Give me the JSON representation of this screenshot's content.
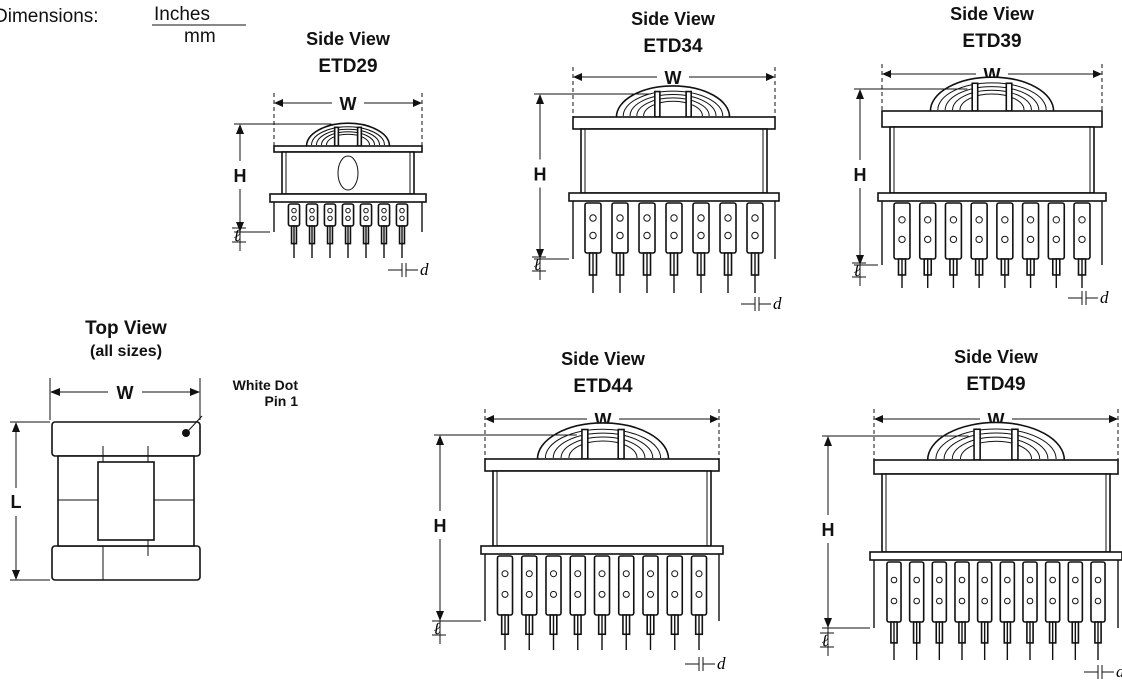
{
  "header": {
    "dimensions_label": "Dimensions:",
    "unit_top": "Inches",
    "unit_bottom": "mm"
  },
  "views": [
    {
      "kind": "Side View",
      "name": "ETD29",
      "w": "W",
      "h": "H",
      "l": "ℓ",
      "d": "d",
      "pins": 7
    },
    {
      "kind": "Side View",
      "name": "ETD34",
      "w": "W",
      "h": "H",
      "l": "ℓ",
      "d": "d",
      "pins": 7
    },
    {
      "kind": "Side View",
      "name": "ETD39",
      "w": "W",
      "h": "H",
      "l": "ℓ",
      "d": "d",
      "pins": 8
    },
    {
      "kind": "Side View",
      "name": "ETD44",
      "w": "W",
      "h": "H",
      "l": "ℓ",
      "d": "d",
      "pins": 9
    },
    {
      "kind": "Side View",
      "name": "ETD49",
      "w": "W",
      "h": "H",
      "l": "ℓ",
      "d": "d",
      "pins": 10
    }
  ],
  "top_view": {
    "title": "Top View",
    "subtitle": "(all sizes)",
    "w": "W",
    "l": "L",
    "note_line1": "White Dot",
    "note_line2": "Pin 1"
  }
}
